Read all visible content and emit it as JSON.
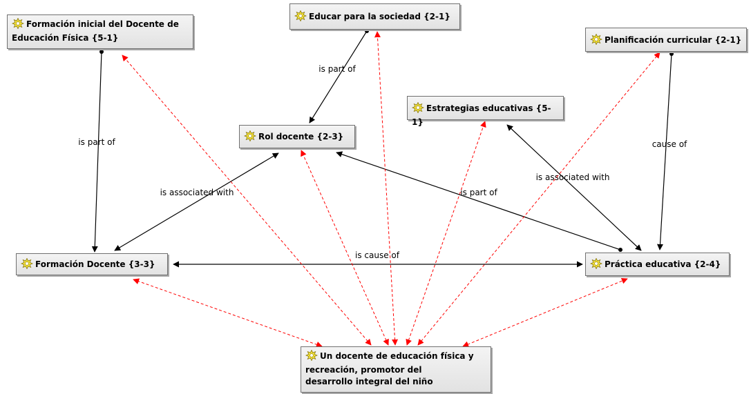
{
  "colors": {
    "relation_edge": "#000000",
    "association_edge": "#ff0000",
    "node_fill": "#ebebeb",
    "node_border": "#6f6f6f",
    "icon_fill": "#f4e23a"
  },
  "nodes": [
    {
      "id": "formacion_inicial",
      "label": "Formación inicial del Docente de\nEducación Física {5-1}",
      "icon": "code-family-icon"
    },
    {
      "id": "educar_sociedad",
      "label": "Educar para la sociedad {2-1}",
      "icon": "code-family-icon"
    },
    {
      "id": "planificacion",
      "label": "Planificación curricular {2-1}",
      "icon": "code-family-icon"
    },
    {
      "id": "estrategias",
      "label": "Estrategias educativas {5-1}",
      "icon": "code-family-icon"
    },
    {
      "id": "rol_docente",
      "label": "Rol docente {2-3}",
      "icon": "code-family-icon"
    },
    {
      "id": "formacion_docente",
      "label": "Formación Docente {3-3}",
      "icon": "code-family-icon"
    },
    {
      "id": "practica",
      "label": "Práctica educativa {2-4}",
      "icon": "code-family-icon"
    },
    {
      "id": "central",
      "label": "Un docente de educación física y\nrecreación, promotor del\ndesarrollo integral del niño",
      "icon": "code-family-icon"
    }
  ],
  "edges": [
    {
      "id": "e1",
      "from": "formacion_inicial",
      "to": "formacion_docente",
      "label": "is part of",
      "style": "relation"
    },
    {
      "id": "e2",
      "from": "educar_sociedad",
      "to": "rol_docente",
      "label": "is part of",
      "style": "relation"
    },
    {
      "id": "e3",
      "from": "rol_docente",
      "to": "formacion_docente",
      "label": "is associated with",
      "style": "relation-both"
    },
    {
      "id": "e4",
      "from": "practica",
      "to": "rol_docente",
      "label": "is part of",
      "style": "relation"
    },
    {
      "id": "e5",
      "from": "practica",
      "to": "estrategias",
      "label": "is associated with",
      "style": "relation-both"
    },
    {
      "id": "e6",
      "from": "planificacion",
      "to": "practica",
      "label": "cause of",
      "style": "relation"
    },
    {
      "id": "e7",
      "from": "practica",
      "to": "formacion_docente",
      "label": "is cause of",
      "style": "relation-both"
    },
    {
      "id": "a1",
      "from": "central",
      "to": "formacion_inicial",
      "label": "",
      "style": "association"
    },
    {
      "id": "a2",
      "from": "central",
      "to": "educar_sociedad",
      "label": "",
      "style": "association"
    },
    {
      "id": "a3",
      "from": "central",
      "to": "rol_docente",
      "label": "",
      "style": "association"
    },
    {
      "id": "a4",
      "from": "central",
      "to": "estrategias",
      "label": "",
      "style": "association"
    },
    {
      "id": "a5",
      "from": "central",
      "to": "planificacion",
      "label": "",
      "style": "association"
    },
    {
      "id": "a6",
      "from": "central",
      "to": "formacion_docente",
      "label": "",
      "style": "association"
    },
    {
      "id": "a7",
      "from": "central",
      "to": "practica",
      "label": "",
      "style": "association"
    }
  ]
}
